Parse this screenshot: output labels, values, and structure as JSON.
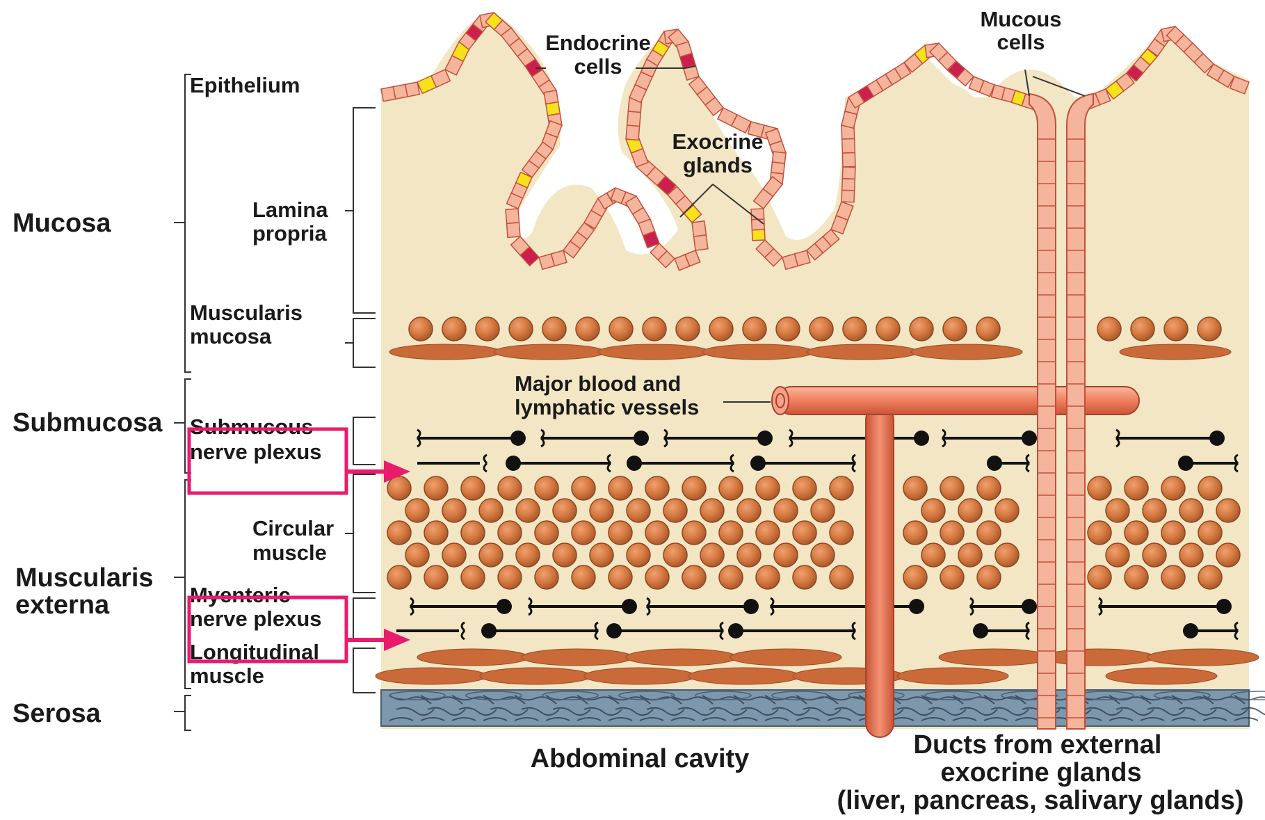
{
  "layers": {
    "mucosa": "Mucosa",
    "submucosa": "Submucosa",
    "muscularis_externa_line1": "Muscularis",
    "muscularis_externa_line2": "externa",
    "serosa": "Serosa"
  },
  "sublayers": {
    "epithelium": "Epithelium",
    "lamina_propria_line1": "Lamina",
    "lamina_propria_line2": "propria",
    "muscularis_mucosa_line1": "Muscularis",
    "muscularis_mucosa_line2": "mucosa",
    "submucous_plexus_line1": "Submucous",
    "submucous_plexus_line2": "nerve plexus",
    "circular_muscle_line1": "Circular",
    "circular_muscle_line2": "muscle",
    "myenteric_plexus_line1": "Myenteric",
    "myenteric_plexus_line2": "nerve plexus",
    "longitudinal_muscle_line1": "Longitudinal",
    "longitudinal_muscle_line2": "muscle"
  },
  "annotations": {
    "endocrine_line1": "Endocrine",
    "endocrine_line2": "cells",
    "mucous_line1": "Mucous",
    "mucous_line2": "cells",
    "exocrine_line1": "Exocrine",
    "exocrine_line2": "glands",
    "vessels_line1": "Major blood and",
    "vessels_line2": "lymphatic vessels",
    "abdominal_cavity": "Abdominal cavity",
    "ducts_line1": "Ducts from external",
    "ducts_line2": "exocrine glands",
    "ducts_line3": "(liver, pancreas, salivary glands)"
  },
  "colors": {
    "background": "#f2e6c4",
    "epithelium_cell": "#f4b59c",
    "epithelium_outline": "#c0503c",
    "mucous_cell": "#f5e21a",
    "endocrine_cell": "#cc1f4e",
    "muscle": "#c96a38",
    "vessel": "#ef7f5e",
    "serosa": "#6f8ea8",
    "highlight": "#e81b6c",
    "text": "#1a1a1a"
  }
}
